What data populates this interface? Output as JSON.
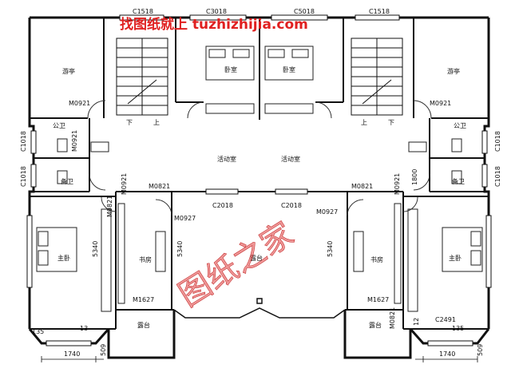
{
  "watermark": {
    "top_text": "找图纸就上 tuzhizhijia.com",
    "center_text": "图纸之家",
    "color": "#e02020"
  },
  "window_codes": {
    "c1518_left": "C1518",
    "c3018": "C3018",
    "c5018": "C5018",
    "c1518_right": "C1518",
    "c1018_l1": "C1018",
    "c1018_l2": "C1018",
    "c1018_r1": "C1018",
    "c1018_r2": "C1018",
    "c2018_a": "C2018",
    "c2018_b": "C2018",
    "c2491": "C2491"
  },
  "door_codes": {
    "m0921_l": "M0921",
    "m0921_r": "M0921",
    "m0921_gw_l": "M0921",
    "m0921_bath_l": "M0921",
    "m0921_bath_r": "M0921",
    "m0821_l": "M0821",
    "m0821_r": "M0821",
    "m0821_v_l": "M0821",
    "m0821_v_r": "M0821",
    "m0927_l": "M0927",
    "m0927_r": "M0927",
    "m1627_l": "M1627",
    "m1627_r": "M1627"
  },
  "rooms": {
    "youting_l": "游亭",
    "youting_r": "游亭",
    "woshi_l": "卧室",
    "woshi_r": "卧室",
    "huodong_l": "活动室",
    "huodong_r": "活动室",
    "gongwei_l": "公卫",
    "gongwei_r": "公卫",
    "weiwei_l": "备卫",
    "weiwei_r": "备卫",
    "zhuwo_l": "主卧",
    "zhuwo_r": "主卧",
    "shufang_l": "书房",
    "shufang_r": "书房",
    "lutai_c": "露台",
    "lutai_l": "露台",
    "lutai_r": "露台"
  },
  "stair_marks": {
    "up_l": "上",
    "down_l": "下",
    "up_r": "上",
    "down_r": "下"
  },
  "dimensions": {
    "d5340_l": "5340",
    "d5340_cl": "5340",
    "d5340_cr": "5340",
    "d1740_l": "1740",
    "d1740_r": "1740",
    "d509_l": "509",
    "d509_r": "509",
    "d135_l": "135",
    "d13_l": "13",
    "d135_r": "135",
    "d12_r": "12",
    "d1800": "1800"
  },
  "colors": {
    "wall": "#111111",
    "window_fill": "#ffffff",
    "door_arc": "#333333"
  }
}
